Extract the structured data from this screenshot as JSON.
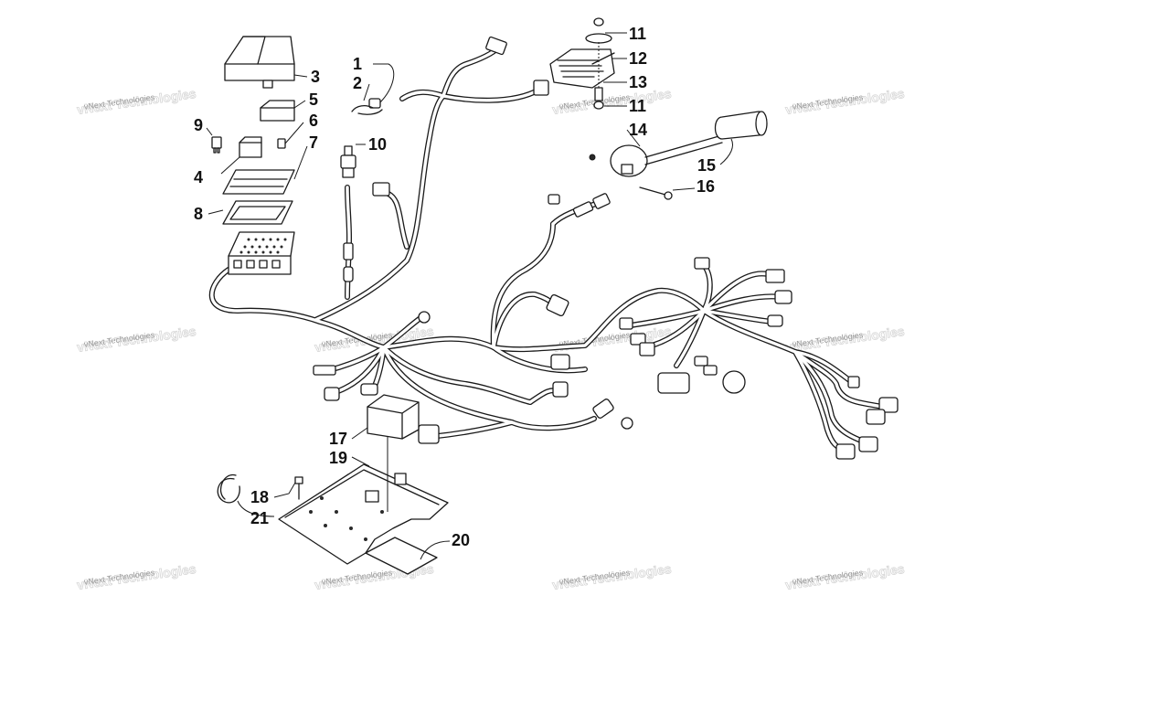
{
  "callouts": {
    "c1": "1",
    "c2": "2",
    "c3": "3",
    "c4": "4",
    "c5": "5",
    "c6": "6",
    "c7": "7",
    "c8": "8",
    "c9": "9",
    "c10": "10",
    "c11a": "11",
    "c11b": "11",
    "c12": "12",
    "c13": "13",
    "c14": "14",
    "c15": "15",
    "c16": "16",
    "c17": "17",
    "c18": "18",
    "c19": "19",
    "c20": "20",
    "c21": "21"
  },
  "watermark": {
    "text": "vNext Technologies"
  }
}
